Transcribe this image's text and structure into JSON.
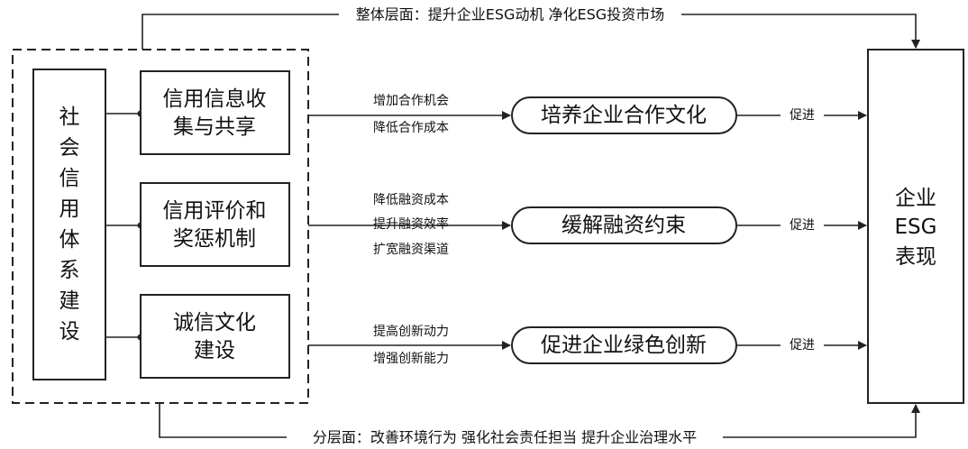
{
  "top_label": "整体层面：提升企业ESG动机 净化ESG投资市场",
  "bottom_label": "分层面：改善环境行为 强化社会责任担当 提升企业治理水平",
  "left_box": {
    "chars": [
      "社",
      "会",
      "信",
      "用",
      "体",
      "系",
      "建",
      "设"
    ]
  },
  "mechanisms": [
    {
      "line1": "信用信息收",
      "line2": "集与共享"
    },
    {
      "line1": "信用评价和",
      "line2": "奖惩机制"
    },
    {
      "line1": "诚信文化",
      "line2": "建设"
    }
  ],
  "effects": [
    [
      "增加合作机会",
      "降低合作成本"
    ],
    [
      "降低融资成本",
      "提升融资效率",
      "扩宽融资渠道"
    ],
    [
      "提高创新动力",
      "增强创新能力"
    ]
  ],
  "outcomes": [
    "培养企业合作文化",
    "缓解融资约束",
    "促进企业绿色创新"
  ],
  "promote_label": "促进",
  "target_box": {
    "line1": "企业",
    "line2": "ESG",
    "line3": "表现"
  },
  "colors": {
    "stroke": "#222222",
    "text": "#111111",
    "background": "#ffffff"
  }
}
